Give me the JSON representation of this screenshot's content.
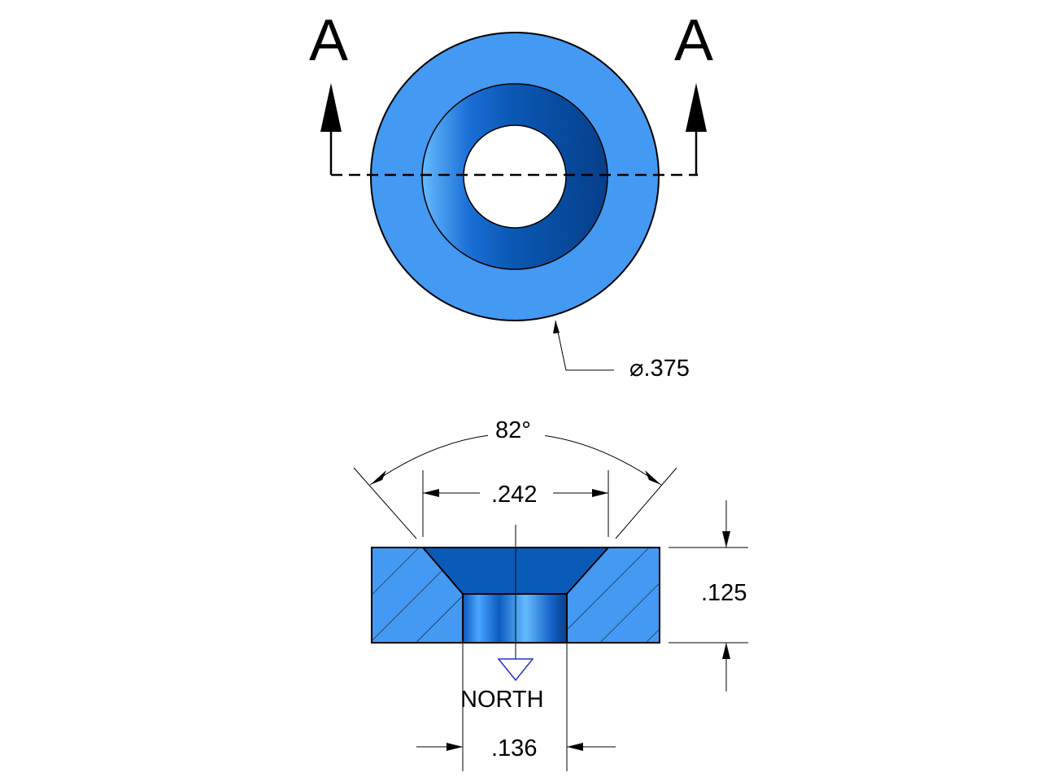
{
  "section_labels": {
    "left": "A",
    "right": "A"
  },
  "dimensions": {
    "outer_diameter": "⌀.375",
    "countersink_angle": "82°",
    "countersink_diameter": ".242",
    "thickness": ".125",
    "hole_diameter": ".136"
  },
  "pole_label": "NORTH",
  "colors": {
    "body": "#4499f2",
    "countersink": "#0a5ab8",
    "countersink_dark": "#063f8a",
    "highlight": "#66bbff",
    "pole_marker": "#2233cc"
  }
}
